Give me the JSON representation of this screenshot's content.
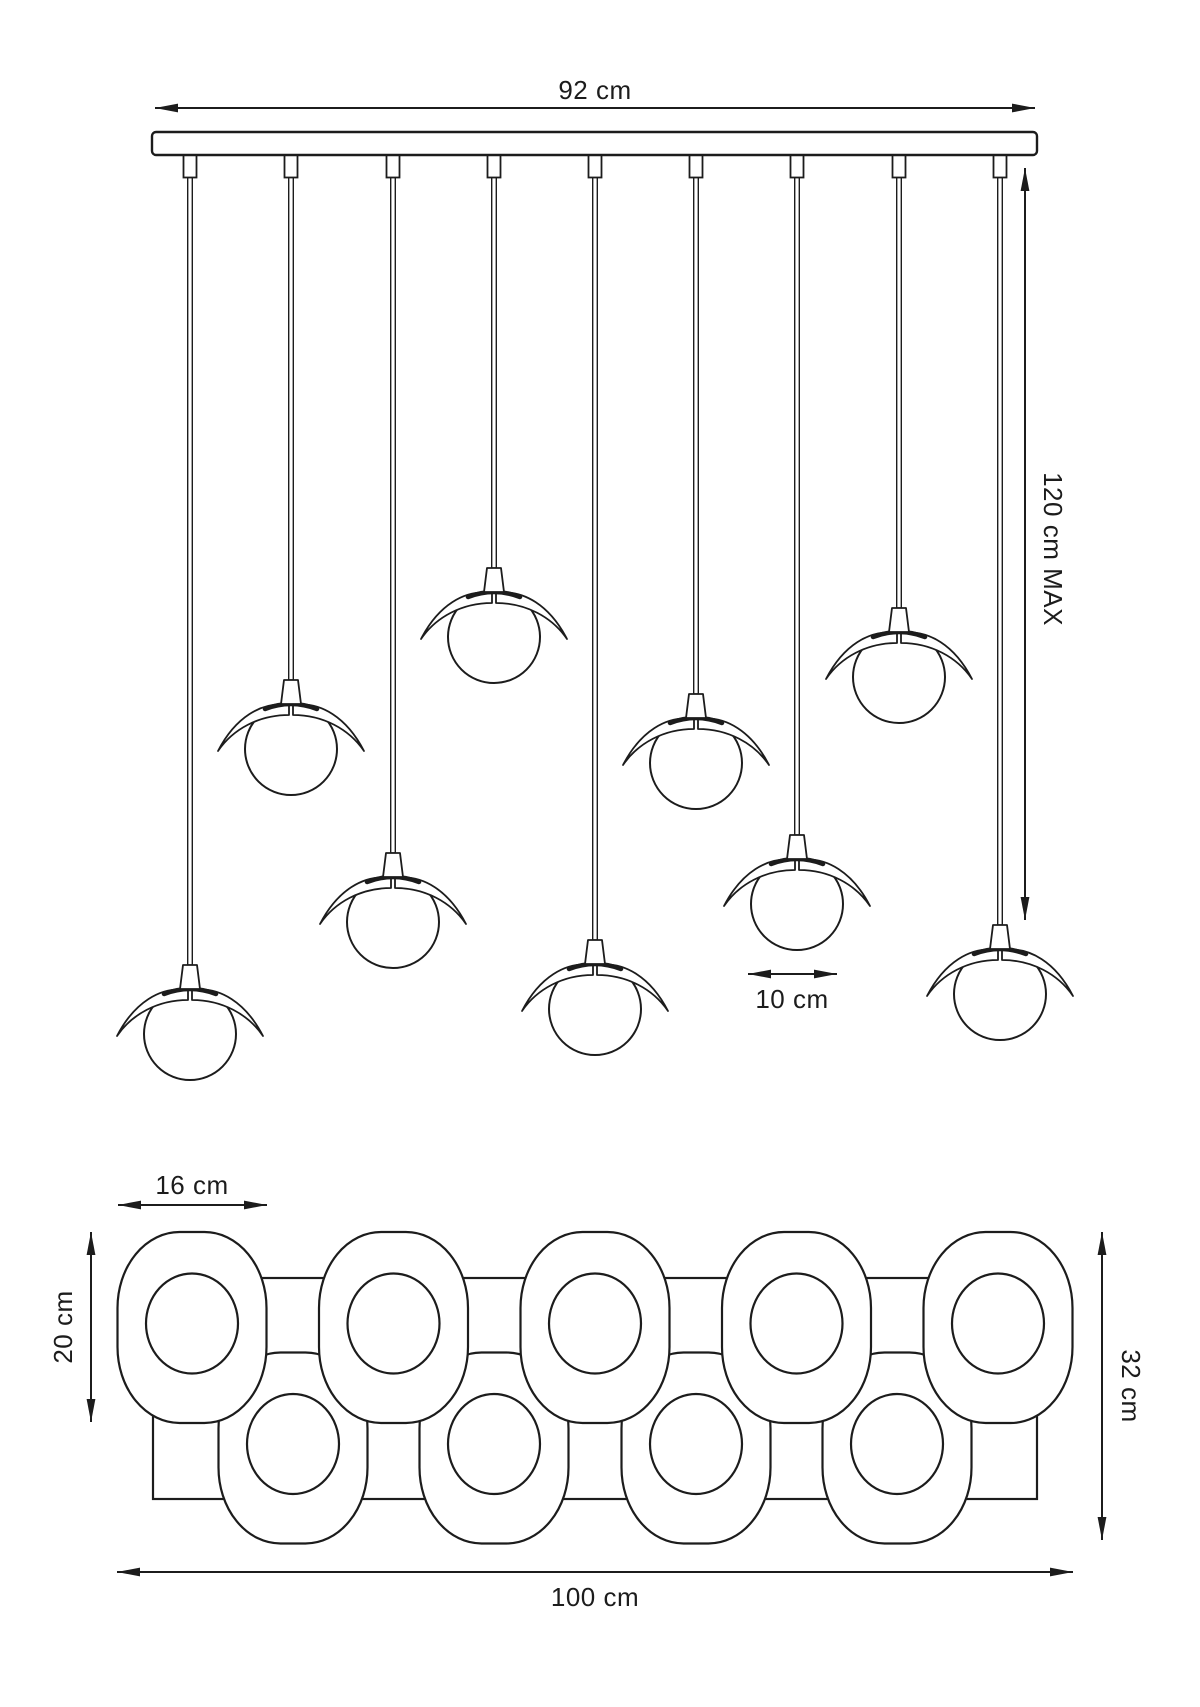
{
  "page": {
    "background_color": "#ffffff",
    "line_color": "#1c1c1c",
    "drawing_type": "pendant-lamp-technical-dimension-drawing"
  },
  "views": {
    "front_view": {
      "pendant_count": 9,
      "dimensions": {
        "canopy_width": "92 cm",
        "max_drop": "120 cm MAX",
        "shade_diameter": "10 cm"
      }
    },
    "plan_view": {
      "shades_front_row": 5,
      "shades_back_row": 4,
      "dimensions": {
        "shade_width": "16 cm",
        "shade_depth": "20 cm",
        "overall_depth": "32 cm",
        "overall_width": "100 cm"
      }
    }
  }
}
